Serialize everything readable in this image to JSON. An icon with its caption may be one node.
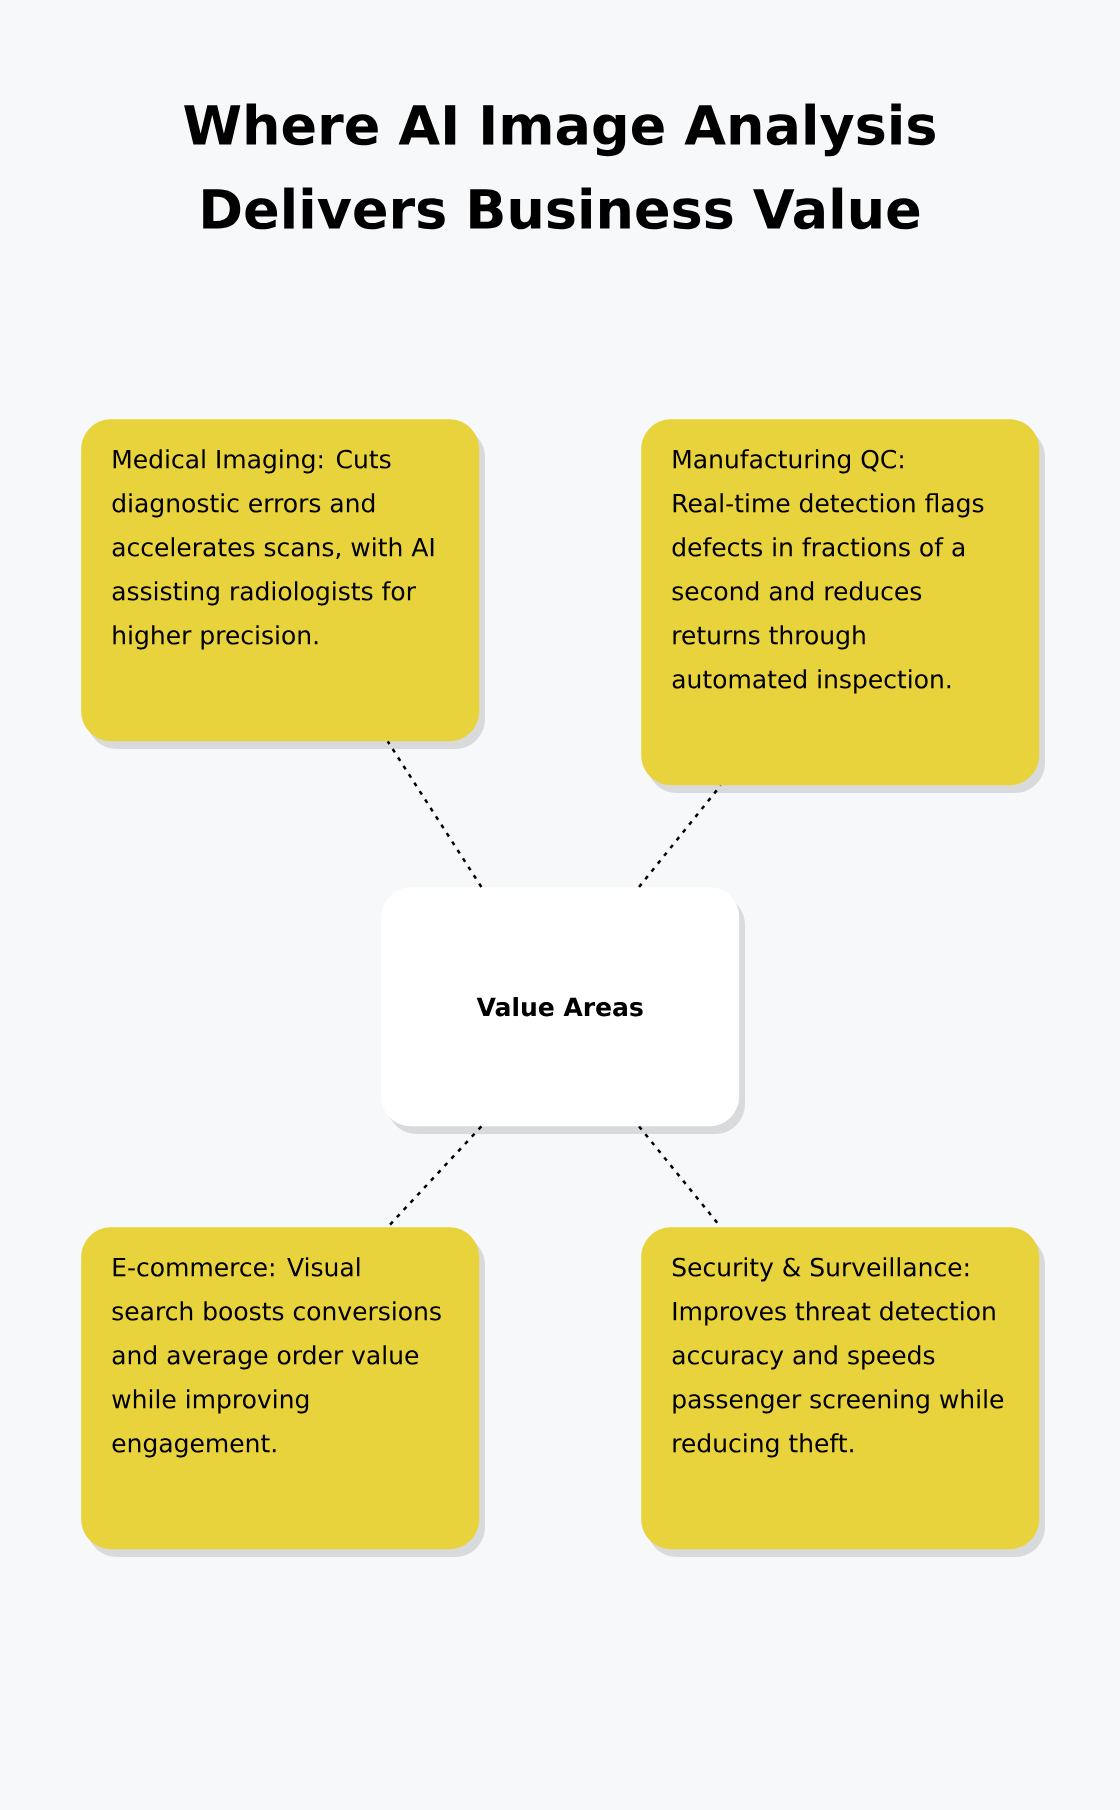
{
  "diagram": {
    "title": "Where AI Image Analysis Delivers Business Value",
    "nodes": [
      {
        "text": [
          "Medical Imaging: Cuts diagnostic errors and accelerates scans, with AI assisting radiologists for higher precision."
        ]
      },
      {
        "text": [
          "Manufacturing QC: Real-time detection flags defects in fractions of a second and reduces returns through automated inspection."
        ]
      },
      {
        "text": [
          "Value Areas"
        ]
      },
      {
        "text": [
          "E-commerce: Visual search boosts conversions and average order value while improving engagement."
        ]
      },
      {
        "text": [
          "Security & Surveillance: Improves threat detection accuracy and speeds passenger screening while reducing theft."
        ]
      }
    ],
    "edges": [
      {
        "from": 2,
        "to": 0,
        "arrow": "none"
      },
      {
        "from": 2,
        "to": 1,
        "arrow": "none"
      },
      {
        "from": 2,
        "to": 3,
        "arrow": "none"
      },
      {
        "from": 2,
        "to": 4,
        "arrow": "none"
      }
    ]
  }
}
